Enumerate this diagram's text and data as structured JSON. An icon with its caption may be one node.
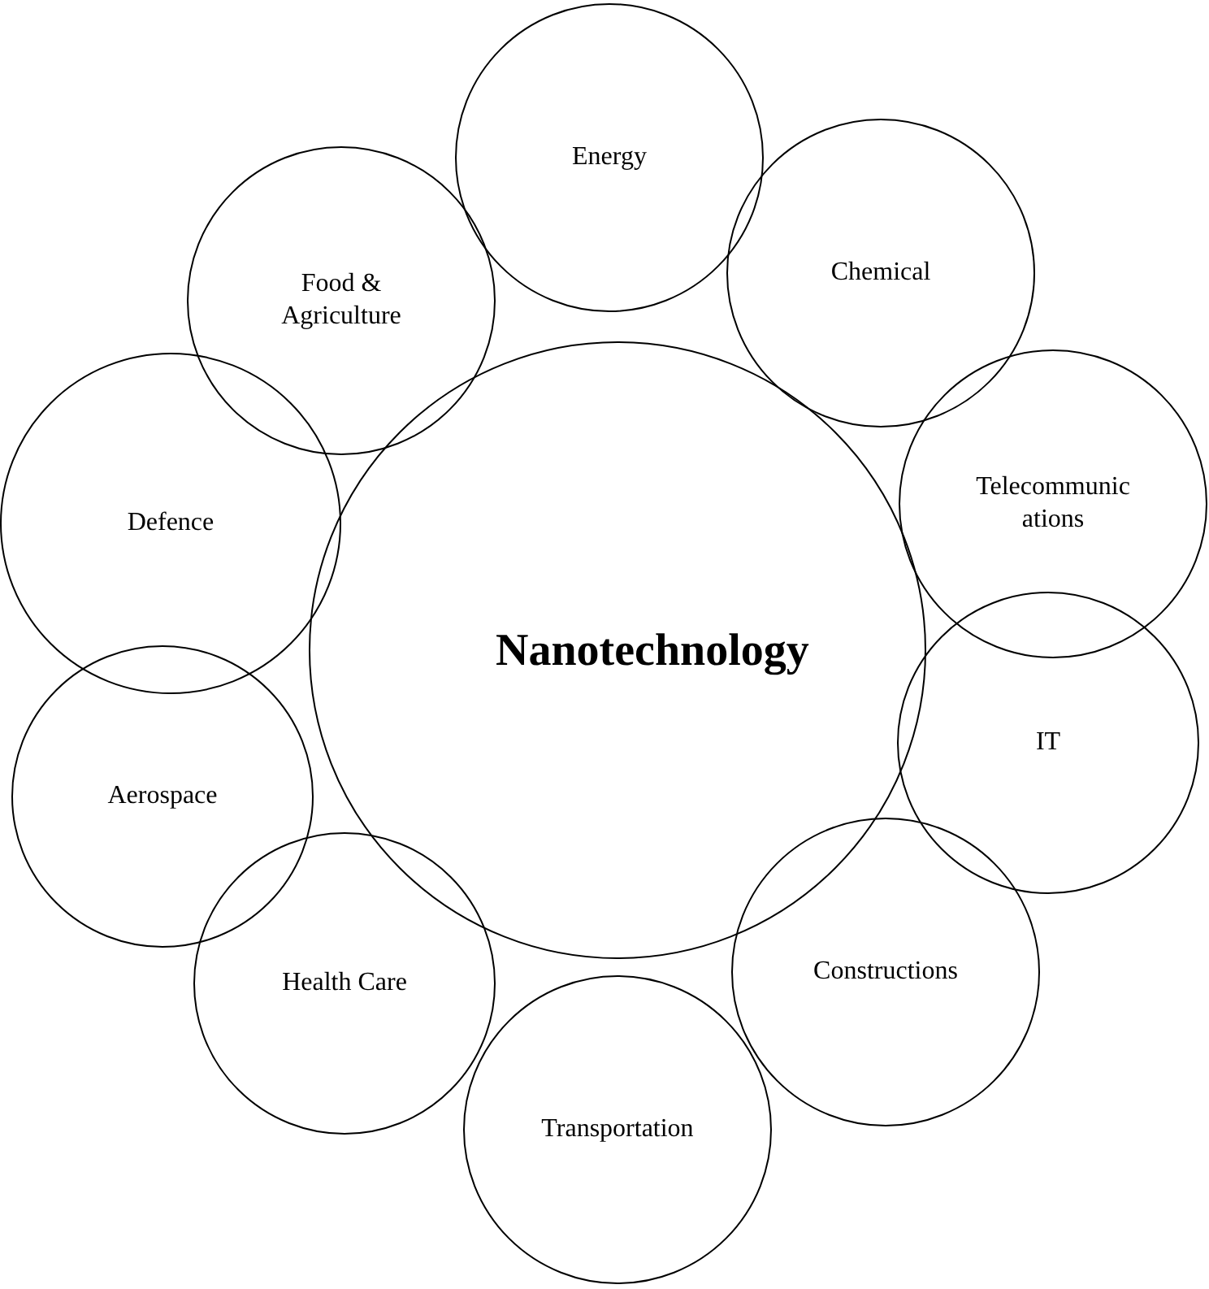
{
  "diagram": {
    "nodes": [
      {
        "text": [
          "Nanotechnology"
        ]
      },
      {
        "text": [
          "Energy"
        ]
      },
      {
        "text": [
          "Chemical"
        ]
      },
      {
        "text": [
          "Telecommunic ations"
        ]
      },
      {
        "text": [
          "IT"
        ]
      },
      {
        "text": [
          "Constructions"
        ]
      },
      {
        "text": [
          "Transportation"
        ]
      },
      {
        "text": [
          "Health Care"
        ]
      },
      {
        "text": [
          "Aerospace"
        ]
      },
      {
        "text": [
          "Defence"
        ]
      },
      {
        "text": [
          "Food & Agriculture"
        ]
      }
    ]
  }
}
